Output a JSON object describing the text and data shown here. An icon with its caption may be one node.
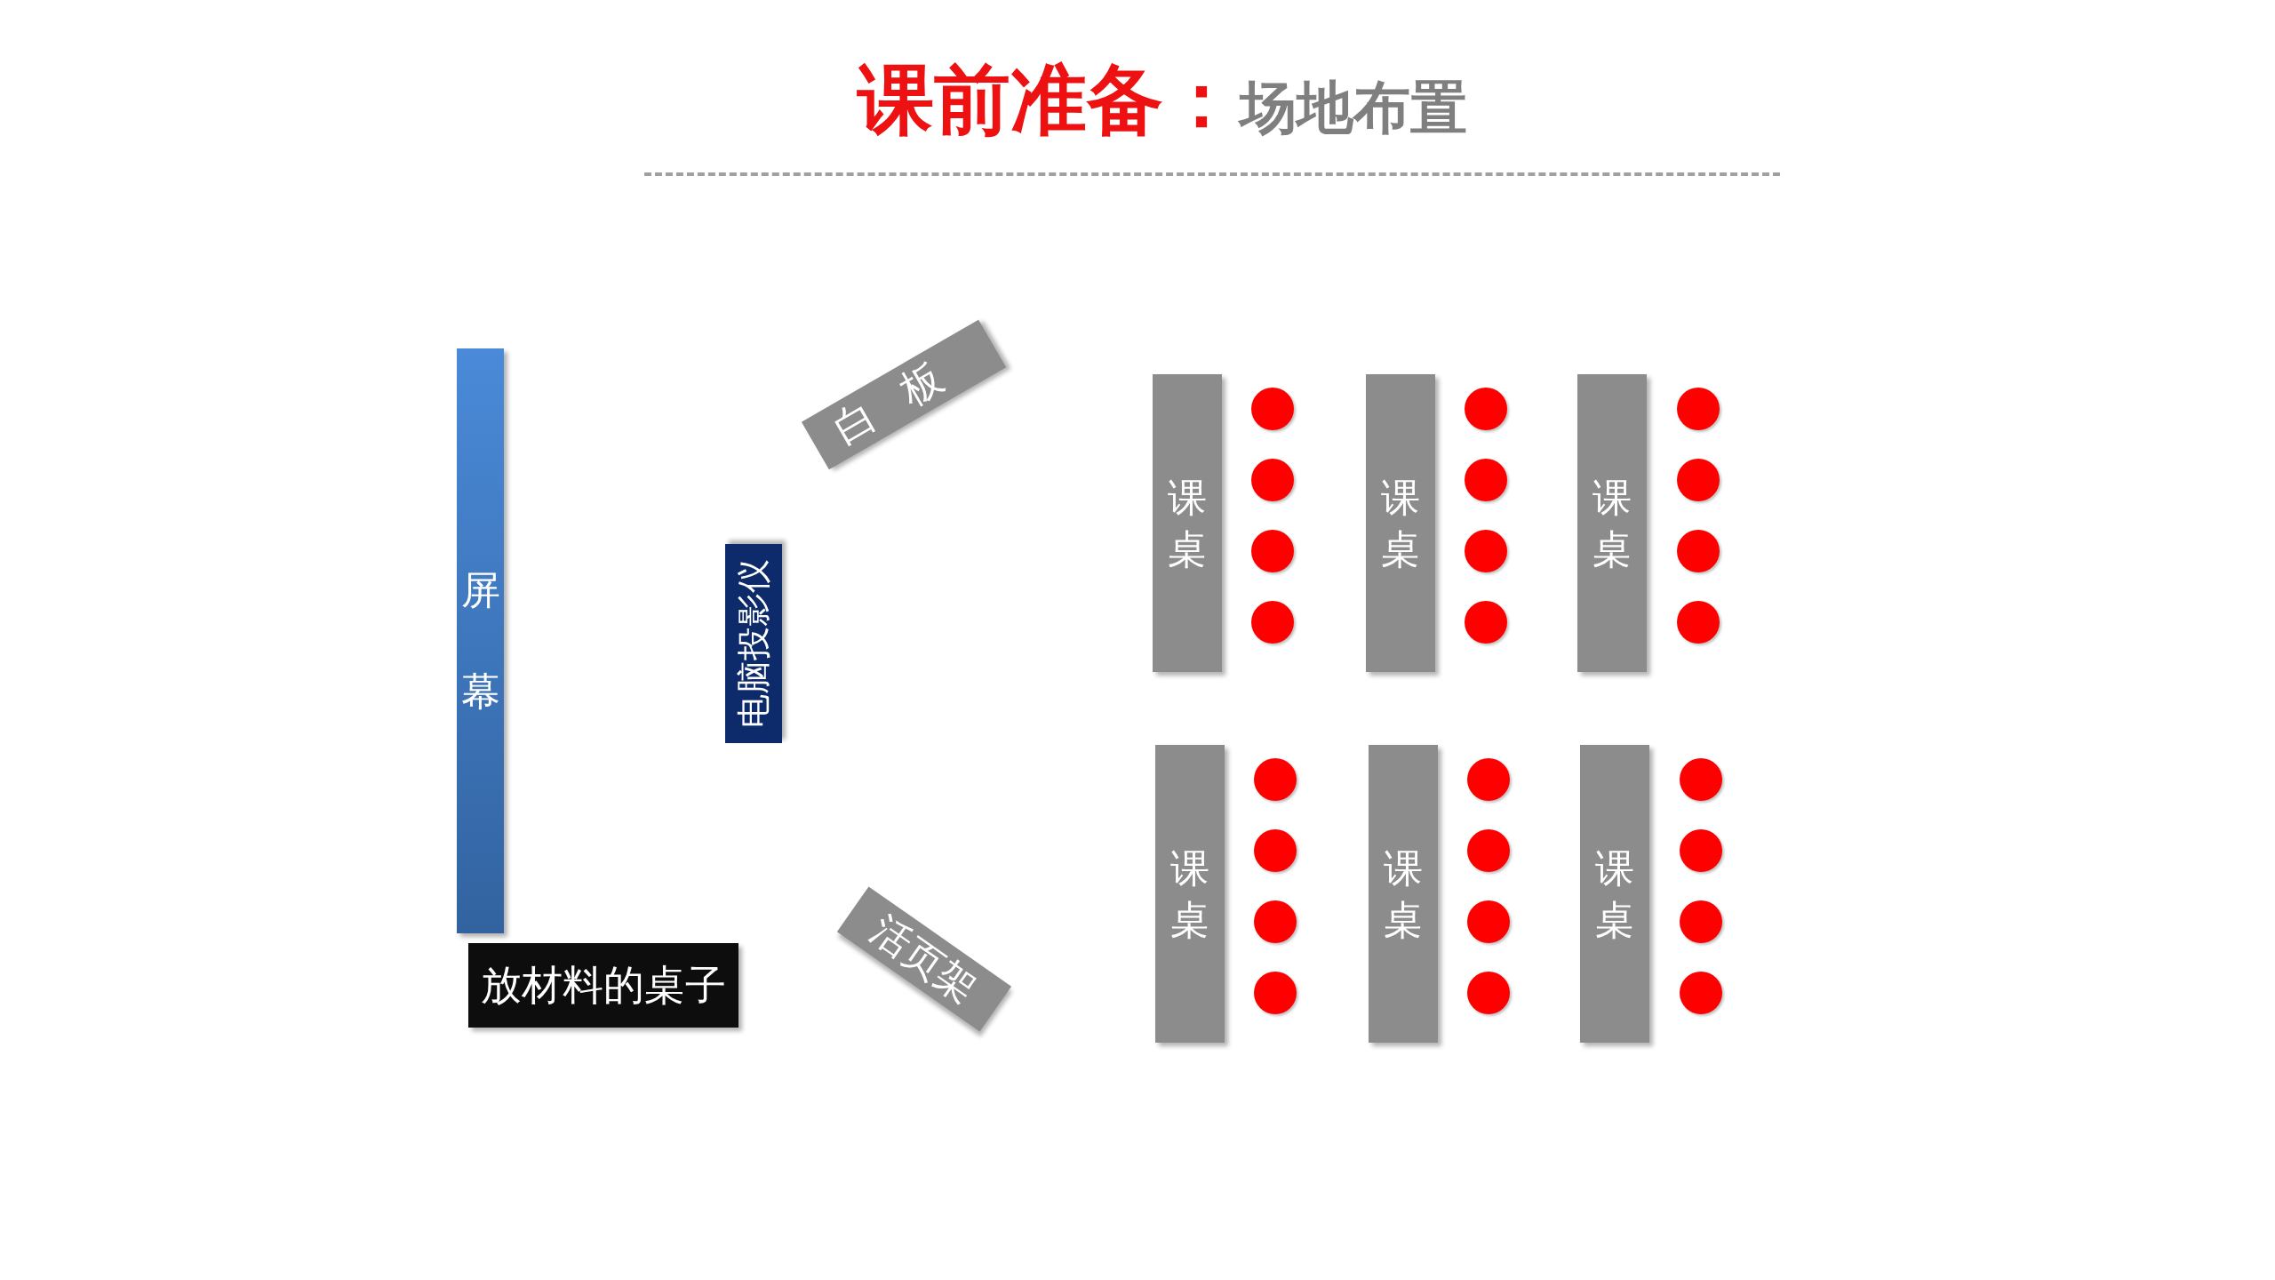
{
  "diagram": {
    "title": "课前准备：",
    "nodes": [
      {
        "text": [
          "屏幕"
        ]
      },
      {
        "text": [
          "电脑投影仪"
        ]
      },
      {
        "text": [
          "白板"
        ]
      },
      {
        "text": [
          "放材料的桌子"
        ]
      },
      {
        "text": [
          "活页架"
        ]
      },
      {
        "text": [
          "课桌"
        ]
      },
      {
        "text": [
          "课桌"
        ]
      },
      {
        "text": [
          "课桌"
        ]
      },
      {
        "text": [
          "课桌"
        ]
      },
      {
        "text": [
          "课桌"
        ]
      },
      {
        "text": [
          "课桌"
        ]
      }
    ],
    "labels": [
      "场地布置"
    ]
  }
}
